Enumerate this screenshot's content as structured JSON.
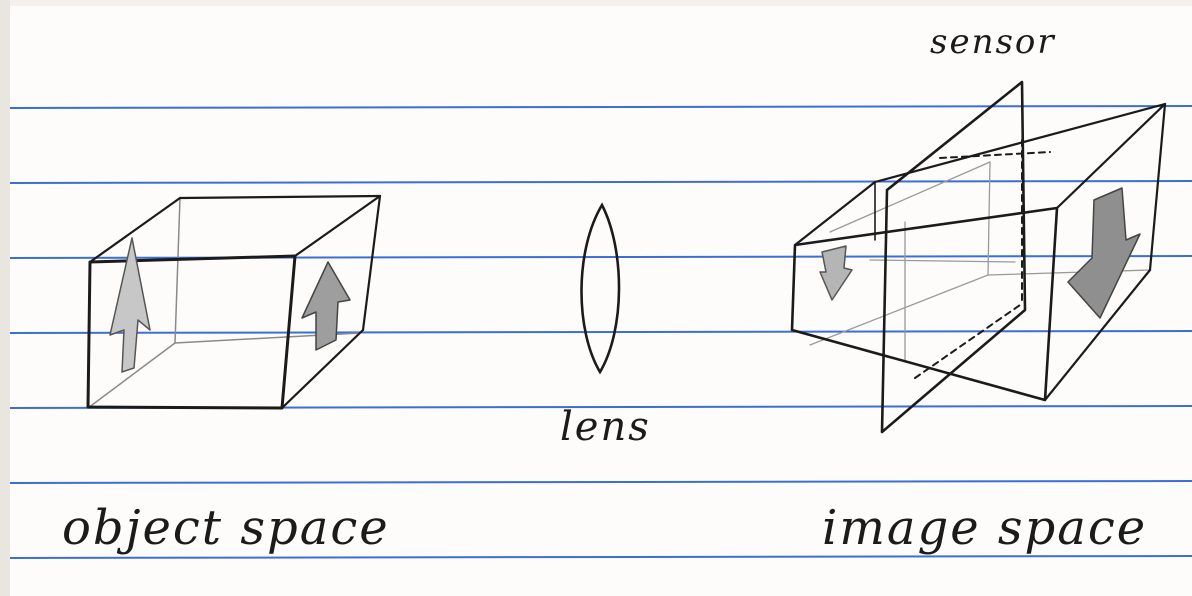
{
  "labels": {
    "sensor": "sensor",
    "lens": "lens",
    "object_space": "object space",
    "image_space": "image space"
  },
  "colors": {
    "paper": "#fdfcfa",
    "rule_line": "#3c6fd4",
    "ink": "#1b1b1b",
    "pencil": "#8a8a8a"
  }
}
